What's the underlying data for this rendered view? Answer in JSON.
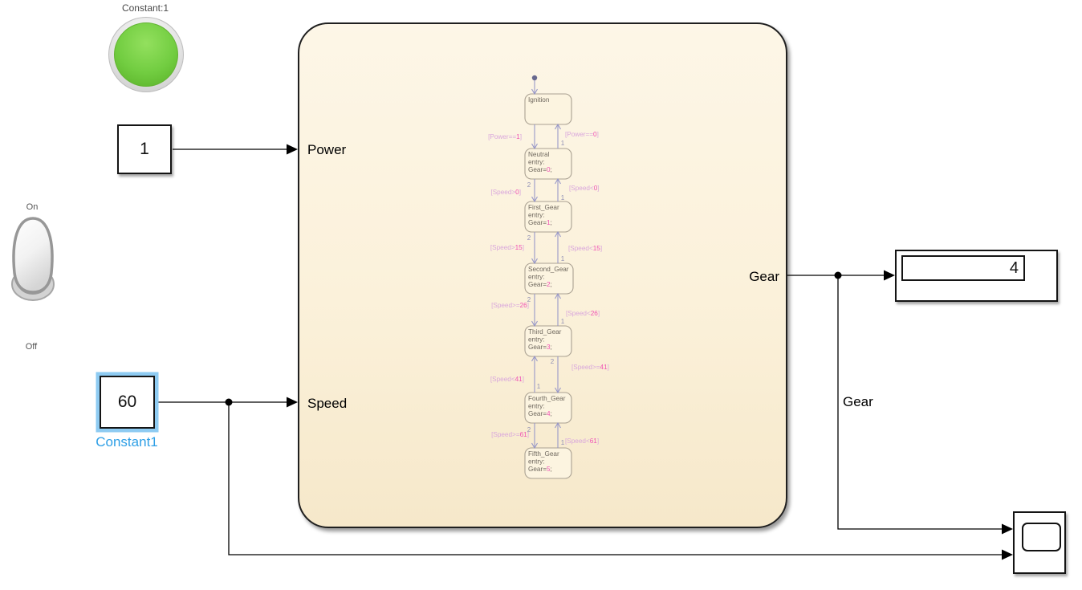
{
  "lamp": {
    "label": "Constant:1",
    "green": "#72cd41"
  },
  "power_constant": {
    "value": "1"
  },
  "toggle": {
    "on_label": "On",
    "off_label": "Off",
    "position": "on"
  },
  "speed_constant": {
    "value": "60",
    "name": "Constant1",
    "selection_color": "#8ecbf2",
    "name_color": "#2e9fe6"
  },
  "chart": {
    "port_power": "Power",
    "port_speed": "Speed",
    "port_gear": "Gear",
    "states": [
      {
        "name": "Ignition"
      },
      {
        "name": "Neutral",
        "entry": "entry:",
        "action_pre": "Gear=",
        "action_num": "0",
        "action_post": ";"
      },
      {
        "name": "First_Gear",
        "entry": "entry:",
        "action_pre": "Gear=",
        "action_num": "1",
        "action_post": ";"
      },
      {
        "name": "Second_Gear",
        "entry": "entry:",
        "action_pre": "Gear=",
        "action_num": "2",
        "action_post": ";"
      },
      {
        "name": "Third_Gear",
        "entry": "entry:",
        "action_pre": "Gear=",
        "action_num": "3",
        "action_post": ";"
      },
      {
        "name": "Fourth_Gear",
        "entry": "entry:",
        "action_pre": "Gear=",
        "action_num": "4",
        "action_post": ";"
      },
      {
        "name": "Fifth_Gear",
        "entry": "entry:",
        "action_pre": "Gear=",
        "action_num": "5",
        "action_post": ";"
      }
    ],
    "transition_labels": [
      {
        "pre": "[Power==",
        "num": "1",
        "post": "]"
      },
      {
        "pre": "[Power==",
        "num": "0",
        "post": "]"
      },
      {
        "pre": "[Speed>",
        "num": "0",
        "post": "]"
      },
      {
        "pre": "[Speed<",
        "num": "0",
        "post": "]"
      },
      {
        "pre": "[Speed>",
        "num": "15",
        "post": "]"
      },
      {
        "pre": "[Speed<",
        "num": "15",
        "post": "]"
      },
      {
        "pre": "[Speed>=",
        "num": "26",
        "post": "]"
      },
      {
        "pre": "[Speed<",
        "num": "26",
        "post": "]"
      },
      {
        "pre": "[Speed>=",
        "num": "41",
        "post": "]"
      },
      {
        "pre": "[Speed<",
        "num": "41",
        "post": "]"
      },
      {
        "pre": "[Speed>=",
        "num": "61",
        "post": "]"
      },
      {
        "pre": "[Speed<",
        "num": "61",
        "post": "]"
      }
    ],
    "badges": [
      "1",
      "2",
      "1",
      "2",
      "1",
      "2",
      "1",
      "2",
      "1",
      "2",
      "1"
    ],
    "colors": {
      "transition_line": "#9898c8",
      "label_base": "#d9a6dc",
      "label_num": "#f050b4",
      "state_text": "#6e675d",
      "state_border": "#aaa192",
      "state_fill": "#fcf4e0",
      "badge": "#8f8fb4",
      "default_dot": "#68688e"
    }
  },
  "display": {
    "value": "4"
  },
  "gear_signal_label": "Gear"
}
